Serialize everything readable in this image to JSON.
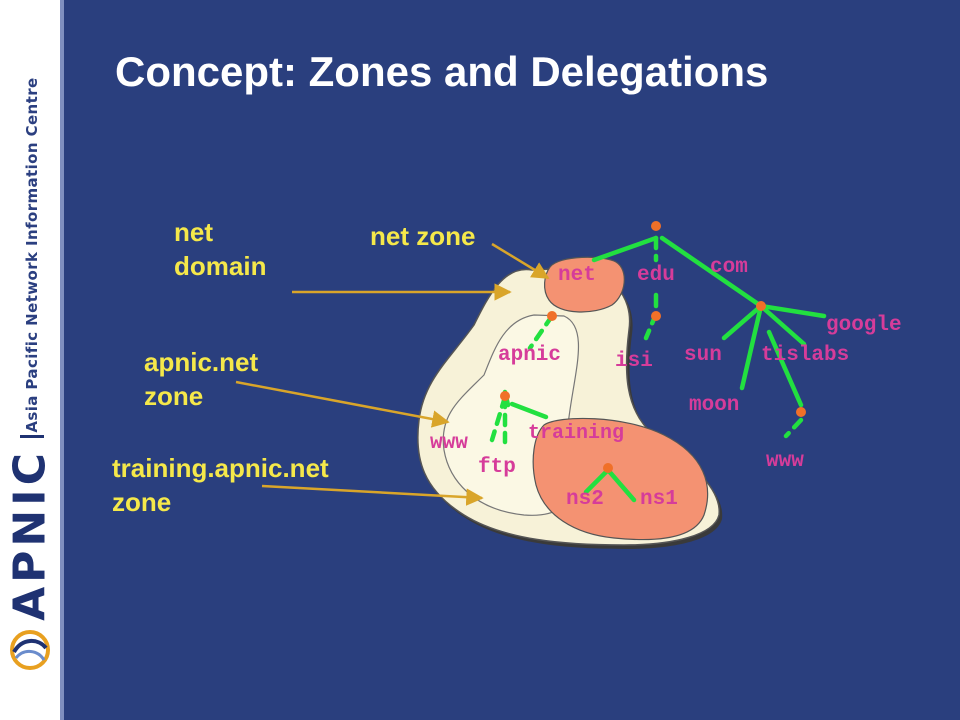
{
  "slide": {
    "title": "Concept: Zones and Delegations",
    "colors": {
      "background": "#2a3f7e",
      "title": "#ffffff",
      "callout": "#f5e84a",
      "node_label": "#d63c9a",
      "tree_edge": "#22e040",
      "zone_fill": "#f49272",
      "dot": "#f07028"
    }
  },
  "sidebar": {
    "org_name": "Asia Pacific Network Information Centre",
    "brand": "APNIC",
    "logo_icon": "apnic-swirl-logo"
  },
  "callouts": {
    "net_domain_line1": "net",
    "net_domain_line2": "domain",
    "net_zone": "net zone",
    "apnic_zone_line1": "apnic.net",
    "apnic_zone_line2": "zone",
    "training_zone_line1": "training.apnic.net",
    "training_zone_line2": "zone"
  },
  "tree": {
    "net": "net",
    "edu": "edu",
    "com": "com",
    "apnic": "apnic",
    "isi": "isi",
    "sun": "sun",
    "tislabs": "tislabs",
    "google": "google",
    "moon": "moon",
    "www_com": "www",
    "www_apnic": "www",
    "ftp": "ftp",
    "training": "training",
    "ns2": "ns2",
    "ns1": "ns1"
  }
}
